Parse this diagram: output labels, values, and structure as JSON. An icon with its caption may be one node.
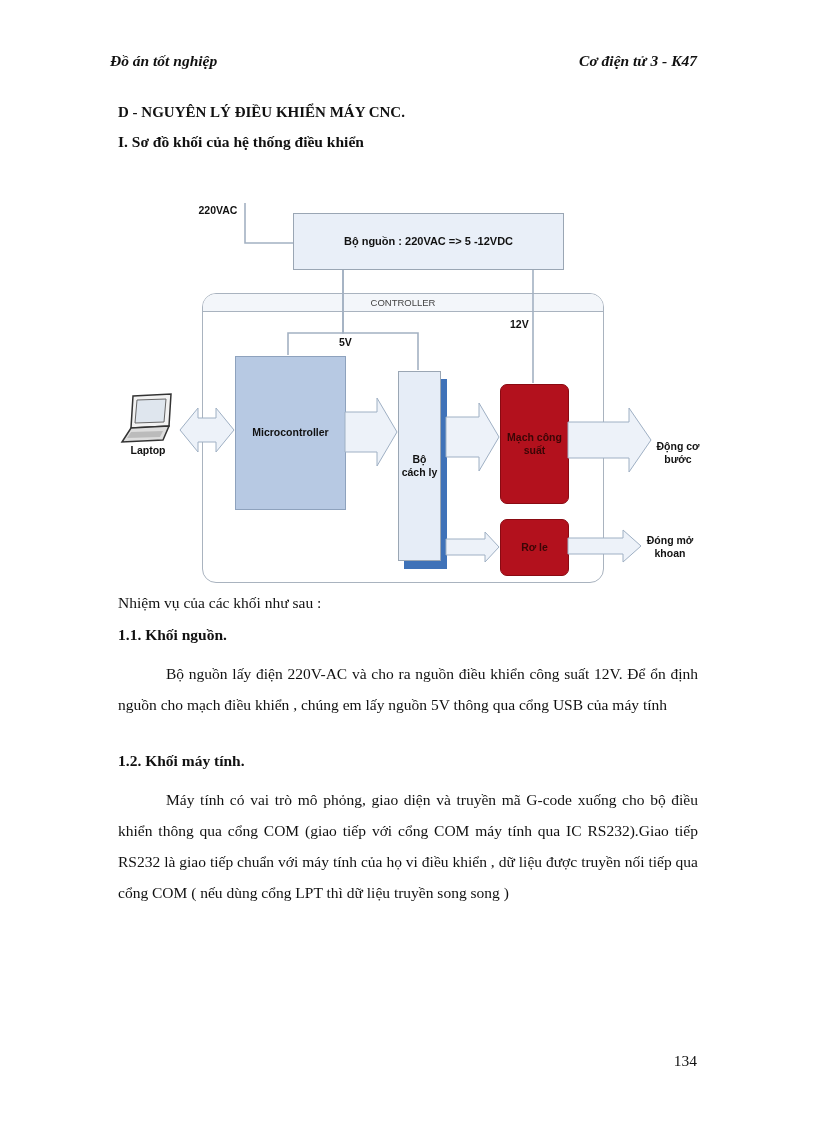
{
  "diagram": {
    "title": "D - NGUYÊN LÝ ĐIỀU KHIỂN MÁY CNC.",
    "nodes": [
      {
        "text": [
          "220VAC"
        ]
      },
      {
        "text": [
          "Bộ nguồn : 220VAC => 5 -12VDC"
        ]
      },
      {
        "text": [
          "CONTROLLER"
        ]
      },
      {
        "text": [
          "Laptop"
        ]
      },
      {
        "text": [
          "Microcontroller"
        ],
        "in": 2
      },
      {
        "text": [
          "Bộ cách ly"
        ],
        "in": 2
      },
      {
        "text": [
          "Mạch công suất"
        ],
        "in": 2
      },
      {
        "text": [
          "Rơ le"
        ],
        "in": 2
      },
      {
        "text": [
          "Động cơ bước"
        ]
      },
      {
        "text": [
          "Đóng mở khoan"
        ]
      }
    ],
    "edges": [
      {
        "from": 0,
        "to": 1,
        "arrow": "none"
      },
      {
        "from": 1,
        "to": 4,
        "arrow": "none",
        "label": "5V"
      },
      {
        "from": 1,
        "to": 5,
        "arrow": "none"
      },
      {
        "from": 1,
        "to": 6,
        "arrow": "none",
        "label": "12V"
      },
      {
        "from": 3,
        "to": 4,
        "arrow": "both",
        "style": "thick"
      },
      {
        "from": 4,
        "to": 5,
        "arrow": "to",
        "style": "thick"
      },
      {
        "from": 5,
        "to": 6,
        "arrow": "to",
        "style": "thick"
      },
      {
        "from": 5,
        "to": 7,
        "arrow": "to",
        "style": "thick"
      },
      {
        "from": 6,
        "to": 8,
        "arrow": "to",
        "style": "thick"
      },
      {
        "from": 7,
        "to": 9,
        "arrow": "to",
        "style": "thick"
      }
    ],
    "labels": [
      "Đồ án tốt nghiệp",
      "Cơ điện tử 3 - K47",
      "I. Sơ đồ khối của hệ thống điều khiển",
      "Nhiệm vụ của các khối như sau :",
      "1.1. Khối nguồn.",
      "Bộ nguồn lấy điện 220V-AC và cho ra nguồn điều khiển công suất 12V. Để ổn định nguồn cho mạch điều khiển , chúng em lấy nguồn 5V thông qua cổng USB của máy tính",
      "1.2. Khối máy tính.",
      "Máy tính có vai trò mô phỏng, giao diện và truyền mã G-code xuống cho bộ điều khiển thông qua cổng COM (giao tiếp với cổng COM máy tính qua IC RS232).Giao tiếp RS232 là giao tiếp chuẩn với máy tính của họ vi điều khiển , dữ liệu được truyền nối tiếp qua cổng COM ( nếu dùng cổng LPT thì dữ liệu truyền song song )",
      "134"
    ]
  }
}
